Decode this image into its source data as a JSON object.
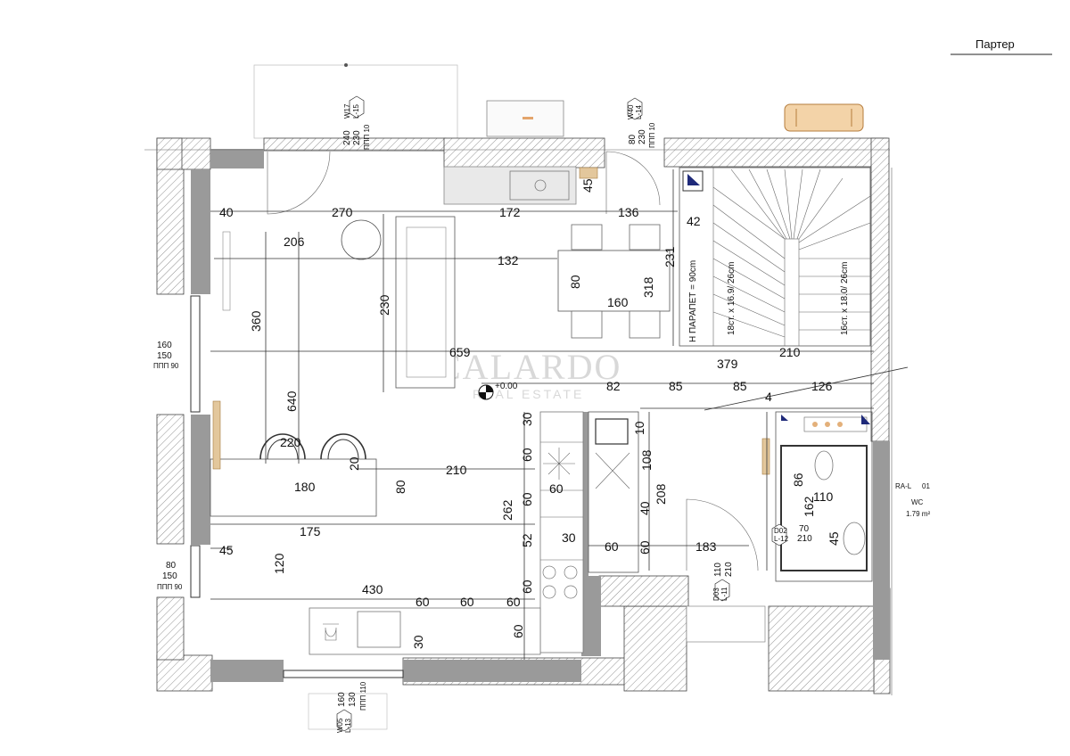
{
  "title": "Партер",
  "watermark": {
    "line1": "CALARDO",
    "line2": "REAL ESTATE"
  },
  "level_mark": "+0.00",
  "tags": {
    "w17": {
      "code": "W17",
      "ref": "L-15",
      "w": "240",
      "h": "230",
      "ppp": "ППП 10"
    },
    "w40": {
      "code": "W40",
      "ref": "L-14",
      "w": "80",
      "h": "230",
      "ppp": "ППП 10"
    },
    "w_left_top": {
      "w": "160",
      "h": "150",
      "ppp": "ППП 90"
    },
    "w_left_bottom": {
      "w": "80",
      "h": "150",
      "ppp": "ППП 90"
    },
    "w05": {
      "code": "W05",
      "ref": "L-13",
      "w": "160",
      "h": "130",
      "ppp": "ППП 110"
    },
    "d03": {
      "code": "D03",
      "ref": "L-11",
      "w": "110",
      "h": "210"
    },
    "d02": {
      "code": "D02",
      "ref": "L-12",
      "w": "70",
      "h": "210"
    }
  },
  "room": {
    "code": "RA-L",
    "num": "01",
    "name": "WC",
    "area": "1.79 m²"
  },
  "stairs": {
    "parapet": "Н ПАРАПЕТ = 90cm",
    "flight1": "18ст. х 16.9/ 26cm",
    "flight2": "16ст. х 18.0/ 26cm"
  },
  "dims": {
    "d40": "40",
    "d270": "270",
    "d172": "172",
    "d136": "136",
    "d42": "42",
    "d206": "206",
    "d132": "132",
    "d231": "231",
    "d80a": "80",
    "d318": "318",
    "d160": "160",
    "d230": "230",
    "d360": "360",
    "d659": "659",
    "d379": "379",
    "d210a": "210",
    "d82": "82",
    "d85a": "85",
    "d85b": "85",
    "d4": "4",
    "d126": "126",
    "d640": "640",
    "d220": "220",
    "d20": "20",
    "d210b": "210",
    "d180": "180",
    "d80b": "80",
    "d30a": "30",
    "d60a": "60",
    "d10": "10",
    "d108": "108",
    "d60b": "60",
    "d208": "208",
    "d40b": "40",
    "d262": "262",
    "d60c": "60",
    "d86": "86",
    "d110": "110",
    "d162": "162",
    "d175": "175",
    "d45a": "45",
    "d52": "52",
    "d30b": "30",
    "d60d": "60",
    "d60e": "60",
    "d183": "183",
    "d45b": "45",
    "d120": "120",
    "d430": "430",
    "d60f": "60",
    "d60g": "60",
    "d60h": "60",
    "d60i": "60",
    "d60j": "60",
    "d30c": "30",
    "d45c": "45"
  }
}
